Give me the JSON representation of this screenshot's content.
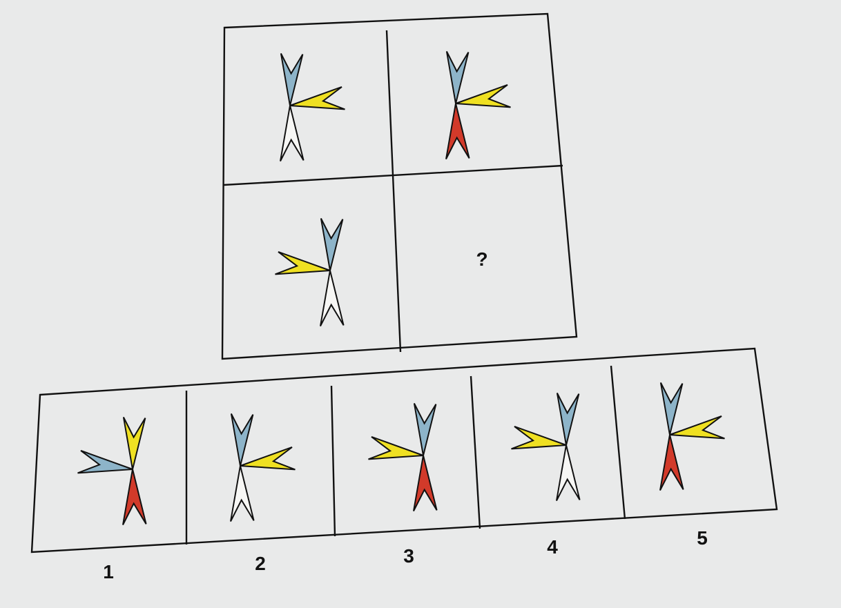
{
  "colors": {
    "blue": "#8db4c9",
    "yellow": "#efe022",
    "red": "#d23a2a",
    "white": "#f7f7f5",
    "paper": "#e9eaea",
    "ink": "#111111"
  },
  "puzzle": {
    "question_mark": "?",
    "cells": [
      {
        "position": "top-left",
        "up": "blue",
        "down": "white",
        "side": "right",
        "side_color": "yellow"
      },
      {
        "position": "top-right",
        "up": "blue",
        "down": "red",
        "side": "right",
        "side_color": "yellow"
      },
      {
        "position": "bottom-left",
        "up": "blue",
        "down": "white",
        "side": "left",
        "side_color": "yellow"
      },
      {
        "position": "bottom-right",
        "content": "question_mark"
      }
    ]
  },
  "options": [
    {
      "label": "1",
      "up": "yellow",
      "down": "red",
      "side": "left",
      "side_color": "blue"
    },
    {
      "label": "2",
      "up": "blue",
      "down": "white",
      "side": "right",
      "side_color": "yellow"
    },
    {
      "label": "3",
      "up": "blue",
      "down": "red",
      "side": "left",
      "side_color": "yellow"
    },
    {
      "label": "4",
      "up": "blue",
      "down": "white",
      "side": "left",
      "side_color": "yellow"
    },
    {
      "label": "5",
      "up": "blue",
      "down": "red",
      "side": "right",
      "side_color": "yellow"
    }
  ]
}
